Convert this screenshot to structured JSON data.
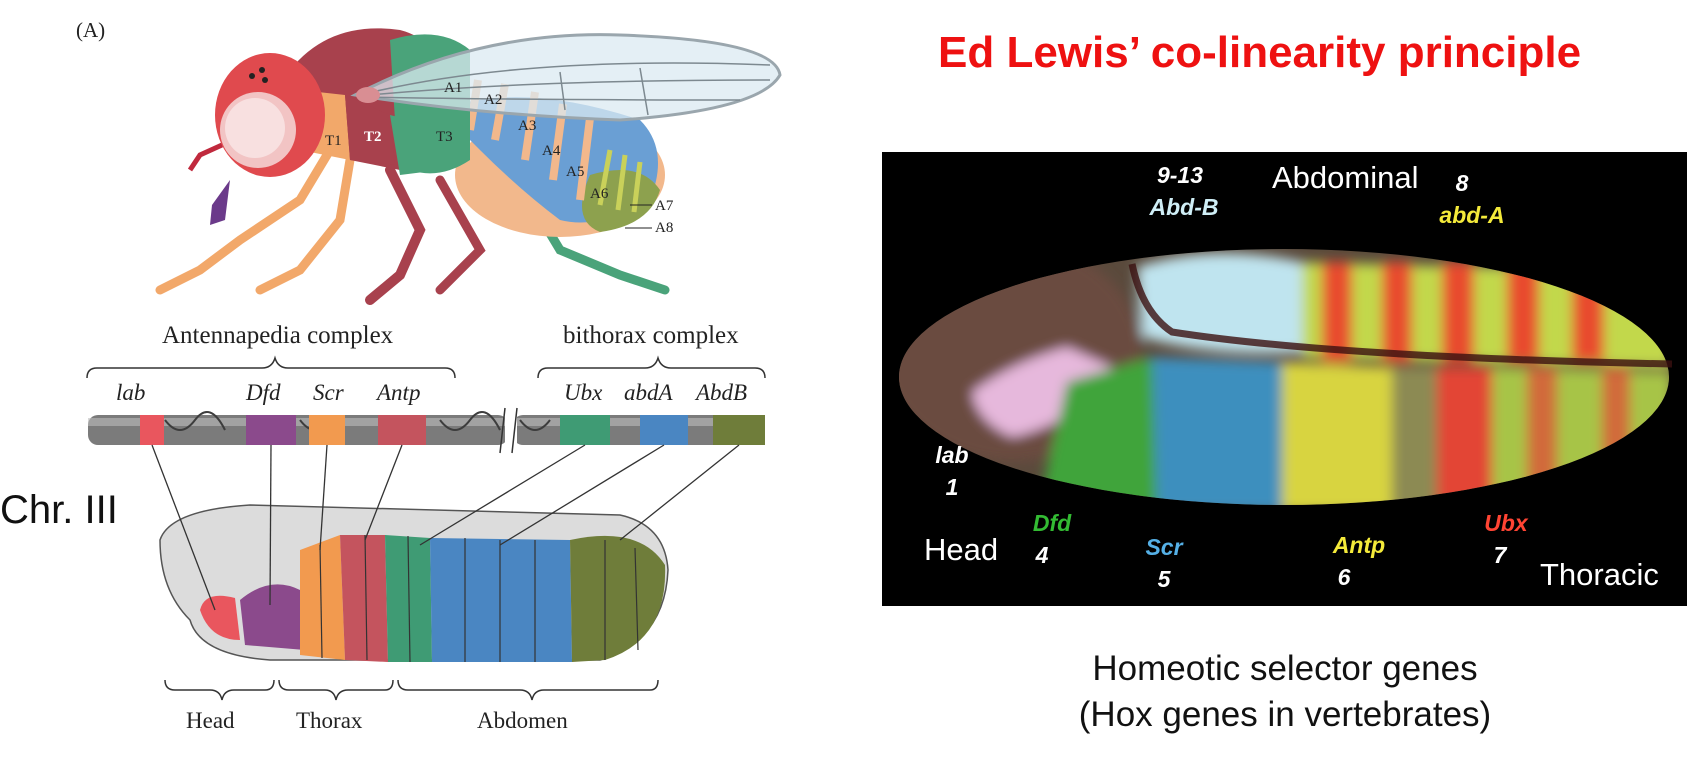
{
  "panel_label": "(A)",
  "title": "Ed Lewis’ co-linearity principle",
  "fly": {
    "segments": [
      "T1",
      "T2",
      "T3",
      "A1",
      "A2",
      "A3",
      "A4",
      "A5",
      "A6",
      "A7",
      "A8"
    ]
  },
  "complexes": {
    "antennapedia": "Antennapedia complex",
    "bithorax": "bithorax complex"
  },
  "genes": [
    {
      "name": "lab",
      "color": "#e9565e"
    },
    {
      "name": "Dfd",
      "color": "#8b4a8c"
    },
    {
      "name": "Scr",
      "color": "#f29a4f"
    },
    {
      "name": "Antp",
      "color": "#c4545e"
    },
    {
      "name": "Ubx",
      "color": "#3f9b74"
    },
    {
      "name": "abdA",
      "color": "#4a86c2"
    },
    {
      "name": "AbdB",
      "color": "#6f7d3a"
    }
  ],
  "chromosome_label": "Chr. III",
  "body_regions": [
    "Head",
    "Thorax",
    "Abdomen"
  ],
  "embryo": {
    "region_labels": {
      "abdominal": "Abdominal",
      "head": "Head",
      "thoracic": "Thoracic"
    },
    "gene_labels": [
      {
        "name": "lab",
        "number": "1",
        "color": "#ffffff"
      },
      {
        "name": "Dfd",
        "number": "4",
        "color": "#33bb33"
      },
      {
        "name": "Scr",
        "number": "5",
        "color": "#55b0e6"
      },
      {
        "name": "Antp",
        "number": "6",
        "color": "#f4ea3a"
      },
      {
        "name": "Ubx",
        "number": "7",
        "color": "#ff4433"
      },
      {
        "name": "abd-A",
        "number": "8",
        "color": "#f4ea3a"
      },
      {
        "name": "Abd-B",
        "number": "9-13",
        "color": "#cfeef6"
      }
    ]
  },
  "caption": {
    "line1": "Homeotic selector genes",
    "line2": "(Hox genes in vertebrates)"
  }
}
